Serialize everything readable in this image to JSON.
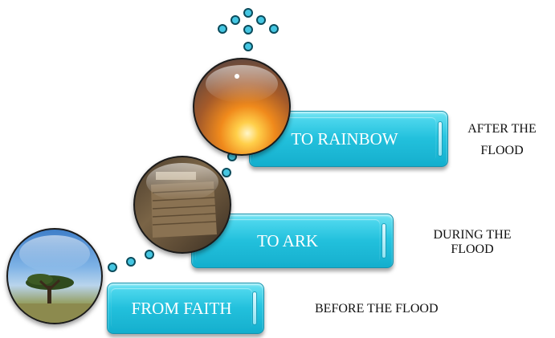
{
  "steps": [
    {
      "label": "FROM FAITH",
      "caption": "BEFORE THE FLOOD",
      "image": "tree-savanna-photo"
    },
    {
      "label": "TO ARK",
      "caption": "DURING THE FLOOD",
      "image": "ark-wood-photo"
    },
    {
      "label": "TO RAINBOW",
      "caption": "AFTER THE FLOOD",
      "image": "sunset-glow-photo"
    }
  ],
  "colors": {
    "bar": "#22c0dc",
    "bar_border": "#1592ad",
    "dot_fill": "#45c6e2",
    "dot_outline": "#0c4c5c",
    "label_text": "#ffffff",
    "caption_text": "#111111"
  },
  "icons": {
    "connector": "dot-trail-icon",
    "top": "dotted-up-arrow-icon"
  }
}
